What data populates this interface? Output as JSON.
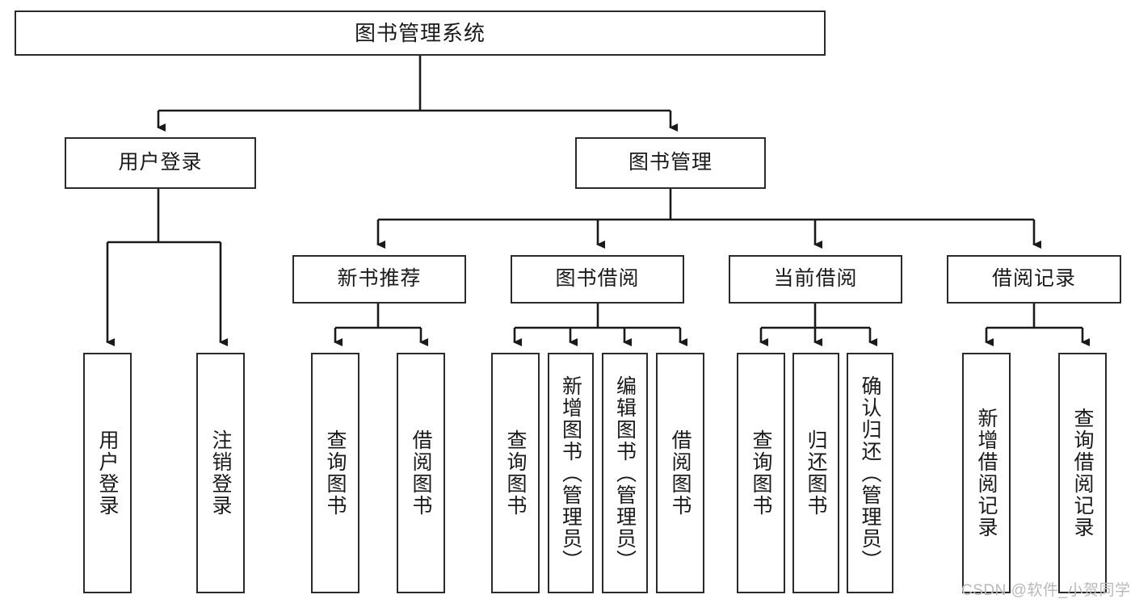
{
  "diagram": {
    "title": "图书管理系统",
    "watermark": "CSDN @软件_小贺同学",
    "colors": {
      "box_border": "#2b2b2b",
      "box_fill": "#ffffff",
      "connector": "#1a1a1a",
      "text": "#1a1a1a",
      "watermark": "#b9b9b9",
      "background": "#ffffff"
    },
    "levels": {
      "level1": [
        {
          "id": "root",
          "label": "图书管理系统",
          "orientation": "horizontal"
        }
      ],
      "level2": [
        {
          "id": "user-login",
          "label": "用户登录",
          "orientation": "horizontal"
        },
        {
          "id": "book-manage",
          "label": "图书管理",
          "orientation": "horizontal"
        }
      ],
      "level3": [
        {
          "id": "new-book-rec",
          "label": "新书推荐",
          "orientation": "horizontal",
          "parent": "book-manage"
        },
        {
          "id": "book-borrow",
          "label": "图书借阅",
          "orientation": "horizontal",
          "parent": "book-manage"
        },
        {
          "id": "current-borrow",
          "label": "当前借阅",
          "orientation": "horizontal",
          "parent": "book-manage"
        },
        {
          "id": "borrow-record",
          "label": "借阅记录",
          "orientation": "horizontal",
          "parent": "book-manage"
        }
      ],
      "level4": [
        {
          "id": "leaf-user-login",
          "label": "用户登录",
          "orientation": "vertical",
          "parent": "user-login"
        },
        {
          "id": "leaf-user-logout",
          "label": "注销登录",
          "orientation": "vertical",
          "parent": "user-login"
        },
        {
          "id": "leaf-query-book-1",
          "label": "查询图书",
          "orientation": "vertical",
          "parent": "new-book-rec"
        },
        {
          "id": "leaf-borrow-book-1",
          "label": "借阅图书",
          "orientation": "vertical",
          "parent": "new-book-rec"
        },
        {
          "id": "leaf-query-book-2",
          "label": "查询图书",
          "orientation": "vertical",
          "parent": "book-borrow"
        },
        {
          "id": "leaf-add-book",
          "label": "新增图书（管理员）",
          "orientation": "vertical",
          "parent": "book-borrow"
        },
        {
          "id": "leaf-edit-book",
          "label": "编辑图书（管理员）",
          "orientation": "vertical",
          "parent": "book-borrow"
        },
        {
          "id": "leaf-borrow-book-2",
          "label": "借阅图书",
          "orientation": "vertical",
          "parent": "book-borrow"
        },
        {
          "id": "leaf-query-book-3",
          "label": "查询图书",
          "orientation": "vertical",
          "parent": "current-borrow"
        },
        {
          "id": "leaf-return-book",
          "label": "归还图书",
          "orientation": "vertical",
          "parent": "current-borrow"
        },
        {
          "id": "leaf-confirm-return",
          "label": "确认归还（管理员）",
          "orientation": "vertical",
          "parent": "current-borrow"
        },
        {
          "id": "leaf-add-record",
          "label": "新增借阅记录",
          "orientation": "vertical",
          "parent": "borrow-record"
        },
        {
          "id": "leaf-query-record",
          "label": "查询借阅记录",
          "orientation": "vertical",
          "parent": "borrow-record"
        }
      ]
    }
  }
}
